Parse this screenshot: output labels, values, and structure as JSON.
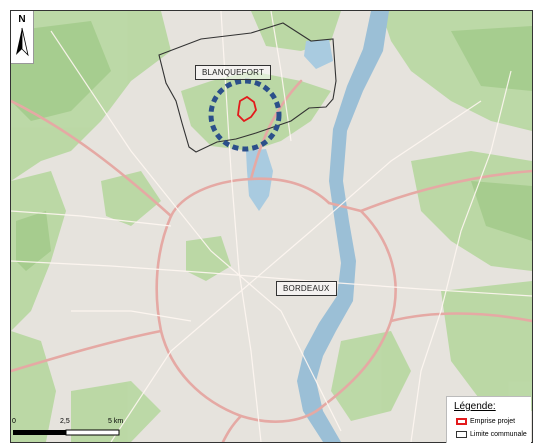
{
  "map": {
    "north_label": "N",
    "places": {
      "blanquefort": "BLANQUEFORT",
      "bordeaux": "BORDEAUX"
    },
    "scale": {
      "ticks": [
        "0",
        "2,5",
        "5 km"
      ]
    },
    "legend": {
      "title": "Légende:",
      "items": [
        {
          "label": "Emprise projet",
          "color": "#e31a1c"
        },
        {
          "label": "Limite communale",
          "color": "#333333"
        }
      ]
    },
    "colors": {
      "river": "#9bbfd6",
      "lake": "#a9cbe0",
      "urban": "#e6e3dd",
      "green": "#b7d7a0",
      "road_main": "#e5a9a4",
      "highlight_circle": "#2b4f8a",
      "project_outline": "#e31a1c",
      "commune_border": "#333333"
    }
  }
}
